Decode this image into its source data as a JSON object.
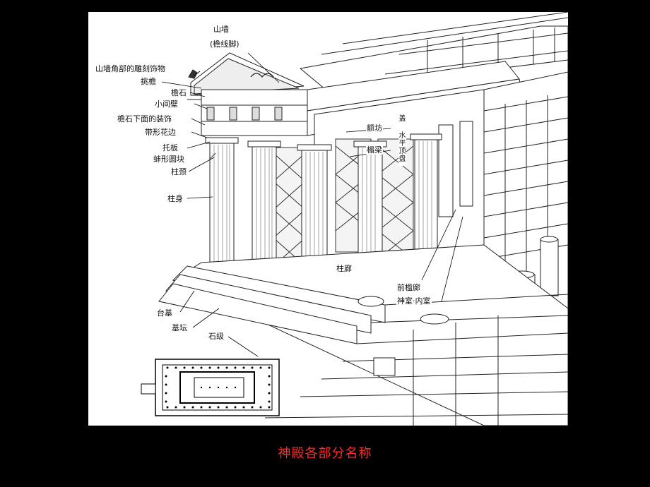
{
  "caption": "神殿各部分名称",
  "labels": {
    "gable_wall": "山墙",
    "gable_wall_sub": "(檐线脚)",
    "acroterion": "山墙角部的雕刻饰物",
    "eaves": "挑檐",
    "cornice": "檐石",
    "metope": "小间壁",
    "under_cornice_ornament": "檐石下面的装饰",
    "frieze_band": "带形花边",
    "abacus": "托板",
    "echinus": "蚌形圆块",
    "column_neck": "柱颈",
    "column_shaft": "柱身",
    "architrave": "额坊",
    "lintel_beam": "楣梁",
    "horizontal_ceiling": "水平顶盘",
    "ceiling_top": "盖",
    "colonnade": "柱廊",
    "pronaos": "前楹廊",
    "cella": "神室·内室",
    "platform": "台基",
    "stylobate": "基坛",
    "steps": "石级"
  }
}
